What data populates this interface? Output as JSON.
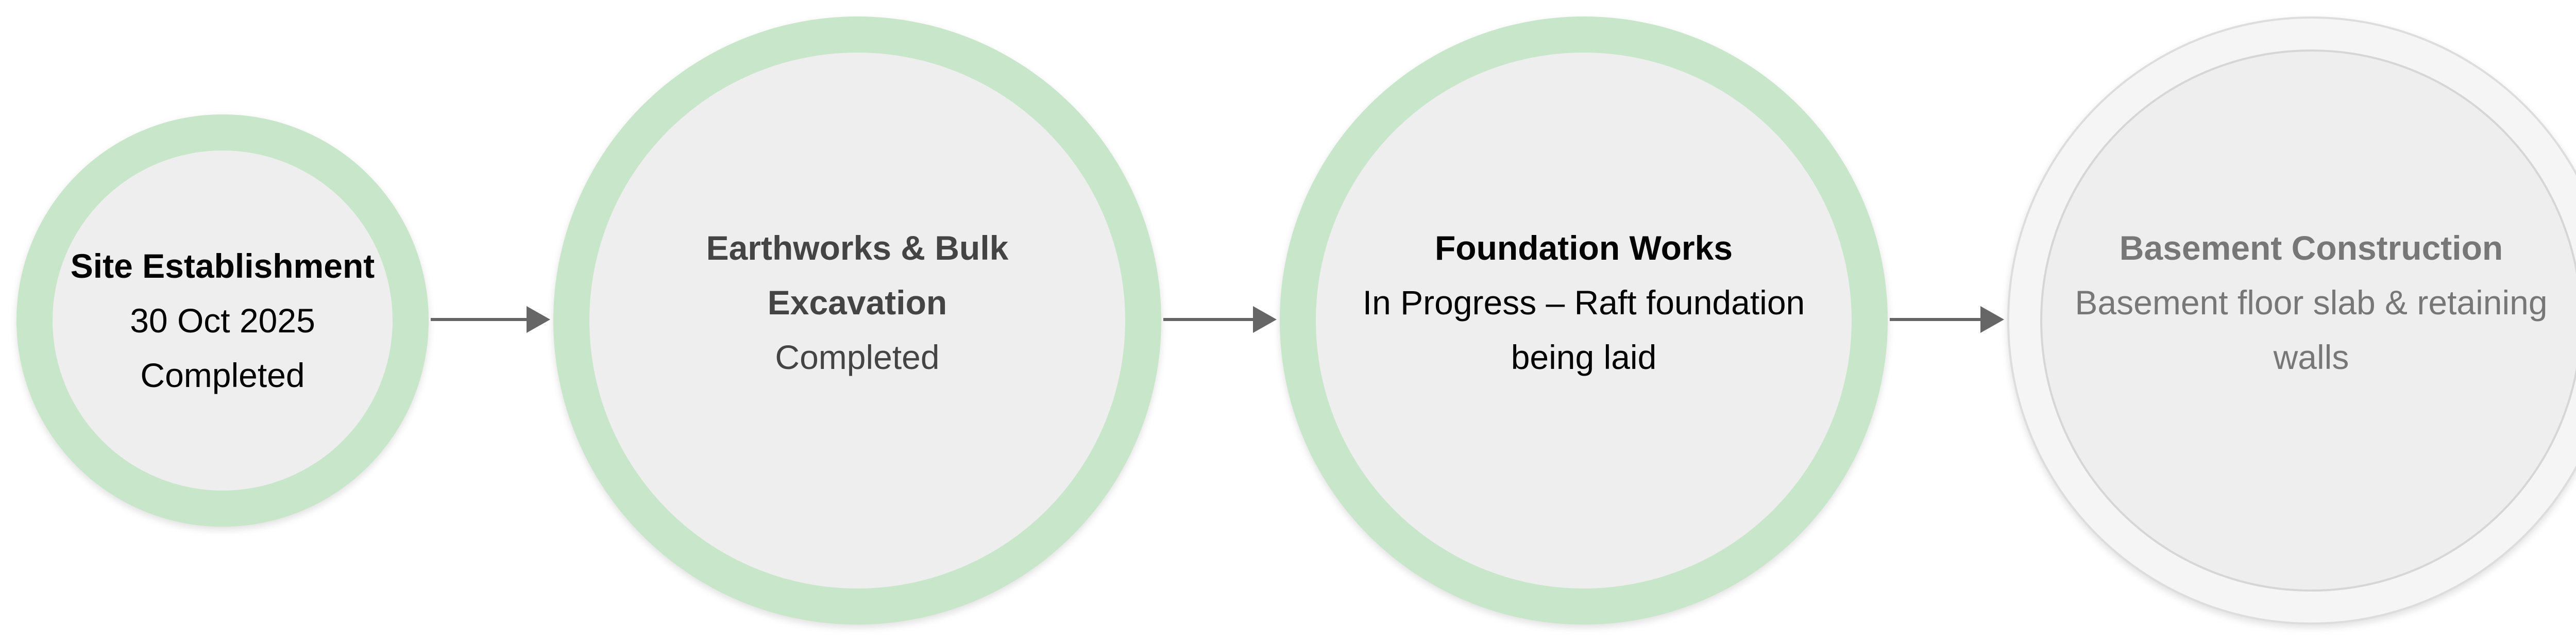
{
  "stages": [
    {
      "title": "Site Establishment",
      "date": "30 Oct 2025",
      "status": "Completed",
      "ring_color": "#c8e6c9",
      "fill_color": "#eeeeee",
      "text_color": "#000000"
    },
    {
      "title_line1": "Earthworks & Bulk",
      "title_line2": "Excavation",
      "status": "Completed",
      "ring_color": "#c8e6c9",
      "fill_color": "#eeeeee",
      "text_color": "#444444"
    },
    {
      "title": "Foundation Works",
      "status_line1": "In Progress – Raft foundation",
      "status_line2": "being laid",
      "ring_color": "#c8e6c9",
      "fill_color": "#eeeeee",
      "text_color": "#000000"
    },
    {
      "title": "Basement Construction",
      "detail_line1": "Basement floor slab & retaining",
      "detail_line2": "walls",
      "ring_color": "#f5f5f5",
      "fill_color": "#eeeeee",
      "text_color": "#777777"
    }
  ],
  "connector_color": "#666666"
}
